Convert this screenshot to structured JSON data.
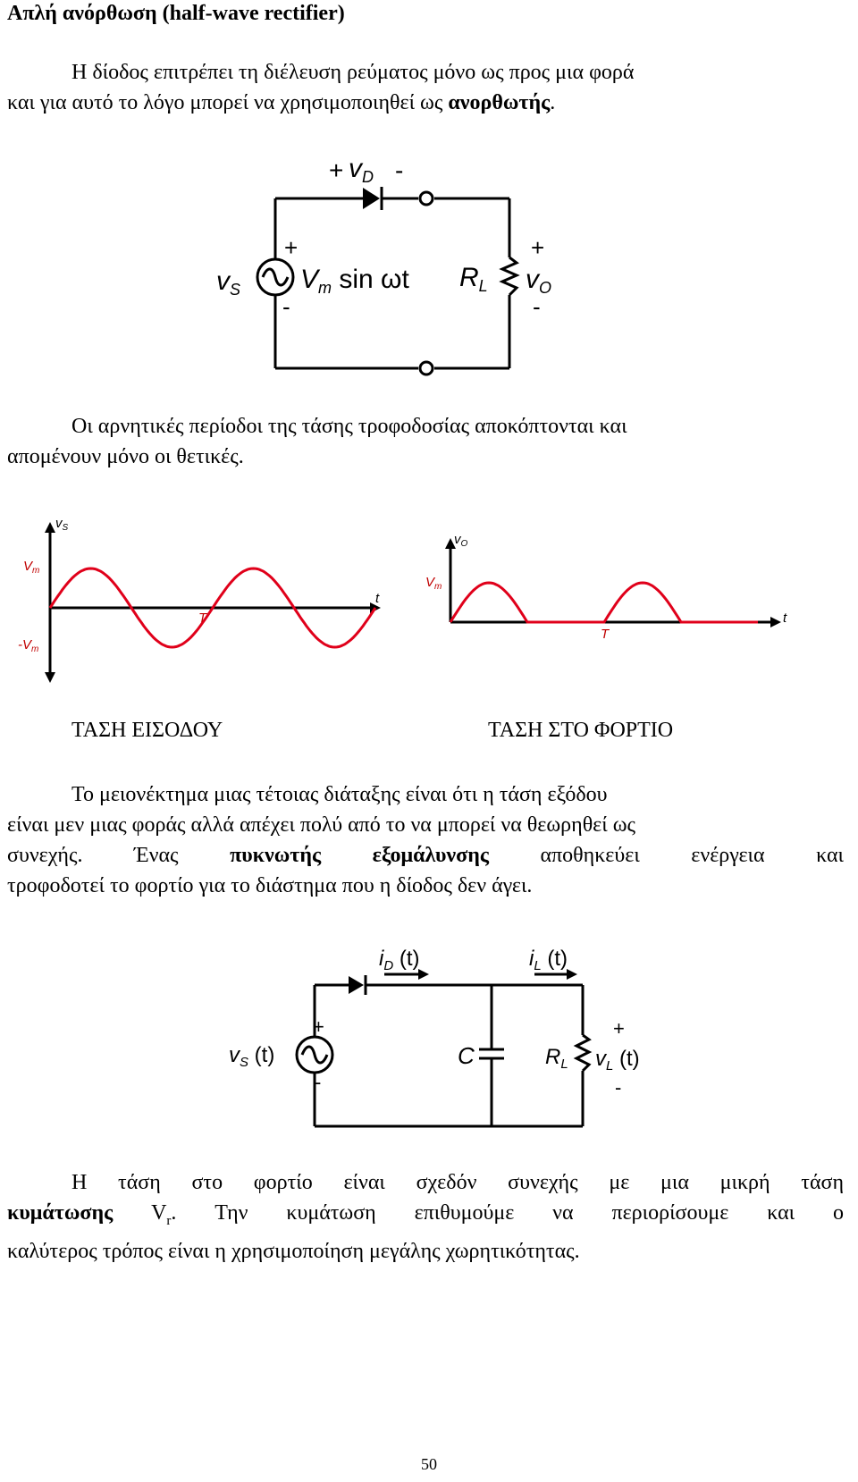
{
  "heading": "Απλή ανόρθωση (half-wave rectifier)",
  "para1": {
    "line1": "Η δίοδος επιτρέπει τη διέλευση ρεύματος μόνο ως προς μια φορά",
    "line2_a": "και για αυτό το λόγο μπορεί να χρησιμοποιηθεί ως ",
    "line2_b": "ανορθωτής",
    "line2_c": "."
  },
  "circuit1": {
    "vd_plus": "+",
    "vd_label": "v",
    "vd_sub": "D",
    "vd_minus": "-",
    "vs_label": "v",
    "vs_sub": "S",
    "src_plus": "+",
    "src_minus": "-",
    "vm": "V",
    "vm_sub": "m",
    "sin_text": " sin ωt",
    "rl": "R",
    "rl_sub": "L",
    "vo_plus": "+",
    "vo_label": "v",
    "vo_sub": "O",
    "vo_minus": "-"
  },
  "para2": {
    "line1": "Οι αρνητικές περίοδοι της τάσης τροφοδοσίας αποκόπτονται και",
    "line2": "απομένουν μόνο οι θετικές."
  },
  "chart_data": [
    {
      "type": "line",
      "ylabel": "vS",
      "xlabel": "t",
      "tick_labels": [
        "Vm",
        "-Vm",
        "T"
      ],
      "series": [
        {
          "x": [
            0,
            0.25,
            0.5,
            0.75,
            1,
            1.25,
            1.5,
            1.75,
            2
          ],
          "values": [
            0,
            1,
            0,
            -1,
            0,
            1,
            0,
            -1,
            0
          ]
        }
      ],
      "ylim": [
        -1,
        1
      ]
    },
    {
      "type": "line",
      "ylabel": "vO",
      "xlabel": "t",
      "tick_labels": [
        "Vm",
        "T"
      ],
      "series": [
        {
          "x": [
            0,
            0.25,
            0.5,
            0.75,
            1,
            1.25,
            1.5,
            1.75,
            2
          ],
          "values": [
            0,
            1,
            0,
            0,
            0,
            1,
            0,
            0,
            0
          ]
        }
      ],
      "ylim": [
        0,
        1
      ]
    }
  ],
  "wave_labels": {
    "left_vs": "v",
    "left_vs_sub": "S",
    "left_vm": "V",
    "left_vm_sub": "m",
    "left_neg_vm": "-V",
    "left_neg_vm_sub": "m",
    "left_t": "t",
    "left_T": "T",
    "right_vo": "v",
    "right_vo_sub": "O",
    "right_vm": "V",
    "right_vm_sub": "m",
    "right_t": "t",
    "right_T": "T",
    "caption_input": "ΤΑΣΗ ΕΙΣΟΔΟΥ",
    "caption_load": "ΤΑΣΗ ΣΤΟ ΦΟΡΤΙΟ"
  },
  "para3": {
    "line1": "Το μειονέκτημα μιας τέτοιας διάταξης είναι ότι η τάση εξόδου",
    "line2": "είναι μεν μιας φοράς αλλά απέχει πολύ από το να μπορεί να θεωρηθεί ως",
    "line3_a": "συνεχής. Ένας ",
    "line3_b": "πυκνωτής εξομάλυνσης",
    "line3_c": " αποθηκεύει ενέργεια και",
    "line4": "τροφοδοτεί το φορτίο για το διάστημα που η δίοδος δεν άγει."
  },
  "circuit2": {
    "id_label": "i",
    "id_sub": "D",
    "id_t": " (t)",
    "il_label": "i",
    "il_sub": "L",
    "il_t": " (t)",
    "src_plus": "+",
    "src_minus": "-",
    "vs_label": "v",
    "vs_sub": "S",
    "vs_t": " (t)",
    "c_label": "C",
    "rl": "R",
    "rl_sub": "L",
    "vl_plus": "+",
    "vl_label": "v",
    "vl_sub": "L",
    "vl_t": " (t)",
    "vl_minus": "-"
  },
  "para4": {
    "line1": "Η τάση στο φορτίο είναι σχεδόν συνεχής με μια μικρή τάση",
    "line2_a": "κυμάτωσης",
    "line2_b": " V",
    "line2_sub": "r",
    "line2_c": ". Την κυμάτωση επιθυμούμε να περιορίσουμε και ο",
    "line3": "καλύτερος τρόπος είναι η χρησιμοποίηση μεγάλης χωρητικότητας."
  },
  "page_number": "50"
}
